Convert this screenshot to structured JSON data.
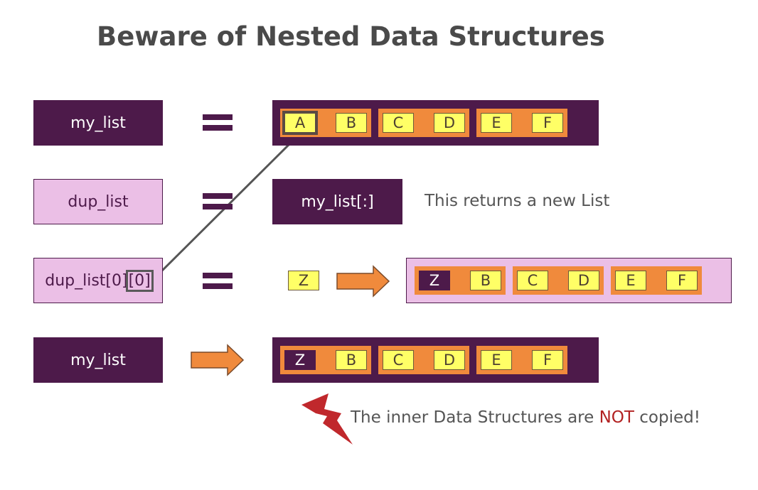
{
  "title": "Beware of Nested Data Structures",
  "rows": {
    "r1": {
      "var": "my_list",
      "cells": [
        [
          "A",
          "B"
        ],
        [
          "C",
          "D"
        ],
        [
          "E",
          "F"
        ]
      ]
    },
    "r2": {
      "var": "dup_list",
      "slice": "my_list[:]",
      "note": "This returns a new List"
    },
    "r3": {
      "var_base": "dup_list[0]",
      "var_index": "[0]",
      "value": "Z",
      "cells": [
        [
          "Z",
          "B"
        ],
        [
          "C",
          "D"
        ],
        [
          "E",
          "F"
        ]
      ]
    },
    "r4": {
      "var": "my_list",
      "cells": [
        [
          "Z",
          "B"
        ],
        [
          "C",
          "D"
        ],
        [
          "E",
          "F"
        ]
      ]
    }
  },
  "footnote": {
    "pre": "The inner Data Structures are ",
    "emph": "NOT",
    "post": " copied!"
  },
  "colors": {
    "dark_purple": "#4d1a4a",
    "light_purple": "#ebbfe6",
    "orange": "#f08a3c",
    "yellow": "#ffff66",
    "red": "#b22222"
  }
}
